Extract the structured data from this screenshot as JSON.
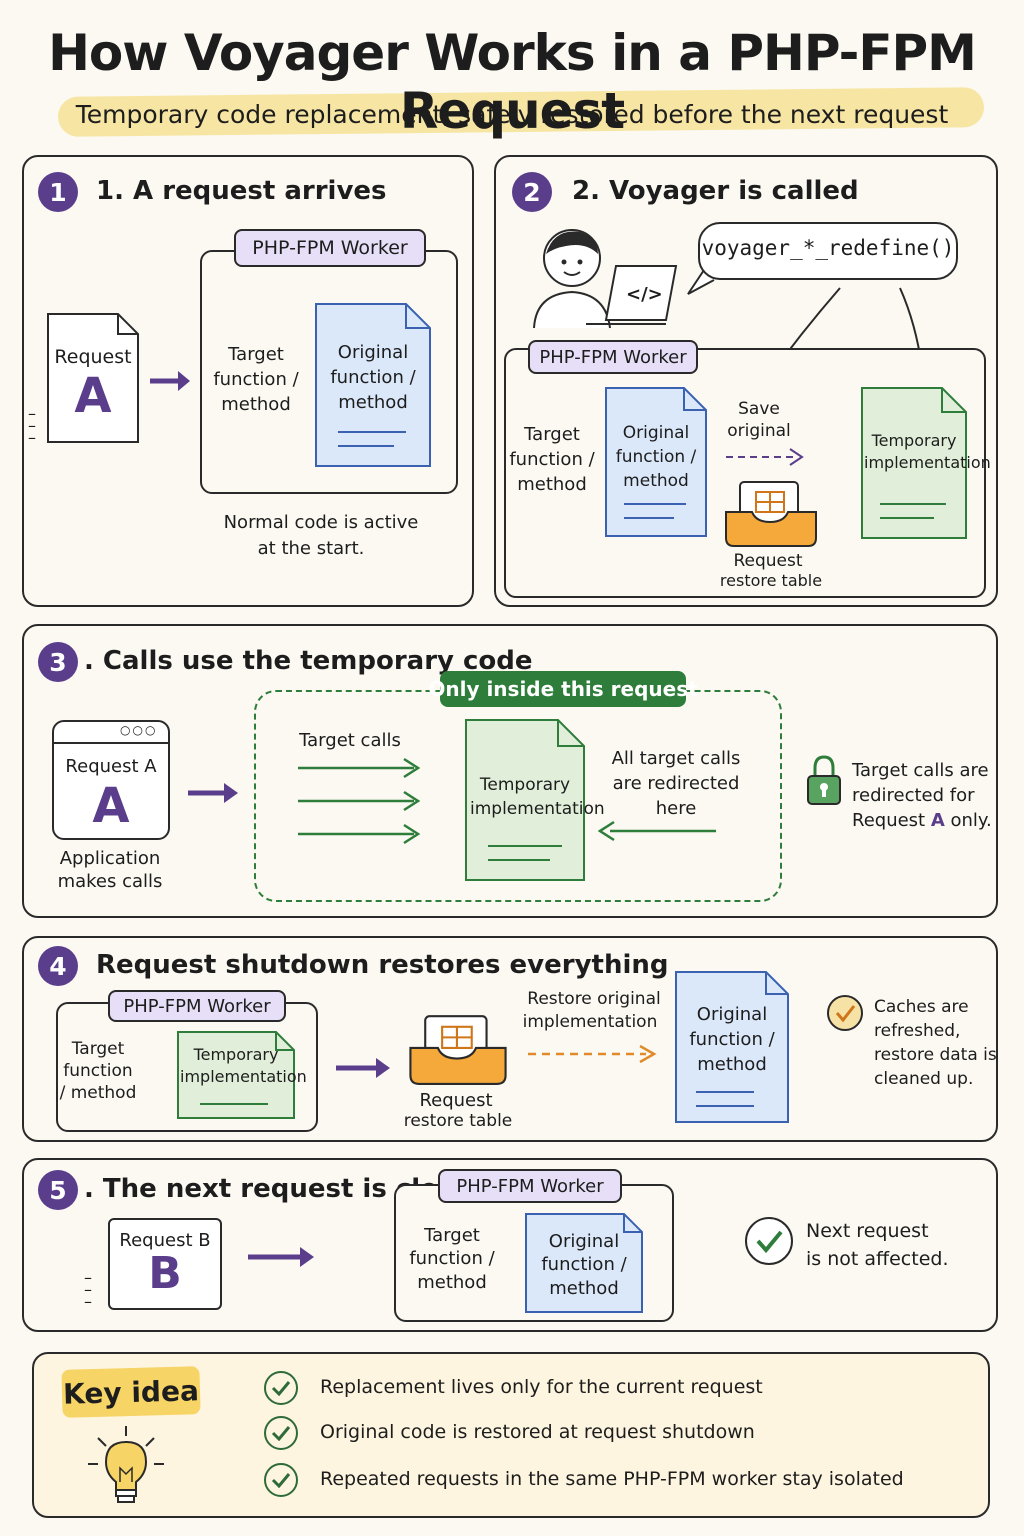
{
  "header": {
    "title": "How Voyager Works in a PHP-FPM Request",
    "subtitle": "Temporary code replacement, safely restored before the next request"
  },
  "colors": {
    "purple": "#5a3e8c",
    "green": "#2e7d3b",
    "orange": "#e08a2a",
    "blue_doc": "#dbe8fa",
    "green_doc": "#e1efda",
    "lavender": "#e6dff7",
    "yellow": "#f7d466"
  },
  "step1": {
    "num": "1",
    "heading": "1. A request arrives",
    "request_label": "Request",
    "request_letter": "A",
    "worker_label": "PHP-FPM Worker",
    "target_text": "Target function / method",
    "original_doc": "Original function / method",
    "caption_line1": "Normal code is active",
    "caption_line2": "at the start."
  },
  "step2": {
    "num": "2",
    "heading": "2. Voyager is called",
    "code_bubble": "voyager_*_redefine()",
    "laptop_icon": "</>",
    "worker_label": "PHP-FPM Worker",
    "target_text": "Target function / method",
    "original_doc": "Original function / method",
    "save_line1": "Save",
    "save_line2": "original",
    "restore_line1": "Request",
    "restore_line2": "restore table",
    "temp_doc": "Temporary implementation"
  },
  "step3": {
    "num": "3",
    "heading": ". Calls use the temporary code",
    "request_label": "Request A",
    "request_letter": "A",
    "app_line1": "Application",
    "app_line2": "makes calls",
    "scope_badge": "Only inside this request",
    "target_calls": "Target calls",
    "temp_doc": "Temporary implementation",
    "redirect_line1": "All target calls",
    "redirect_line2": "are redirected",
    "redirect_line3": "here",
    "note_line1": "Target calls are",
    "note_line2": "redirected for",
    "note_line3_pre": "Request ",
    "note_line3_letter": "A",
    "note_line3_post": " only."
  },
  "step4": {
    "num": "4",
    "heading": "Request shutdown restores everything",
    "worker_label": "PHP-FPM Worker",
    "target_text": "Target function / method",
    "temp_doc": "Temporary implementation",
    "restore_line1": "Request",
    "restore_line2": "restore table",
    "restore_orig_line1": "Restore original",
    "restore_orig_line2": "implementation",
    "original_doc": "Original function / method",
    "note_line1": "Caches are",
    "note_line2": "refreshed,",
    "note_line3": "restore data is",
    "note_line4": "cleaned up."
  },
  "step5": {
    "num": "5",
    "heading": ". The next request is clean",
    "request_label": "Request B",
    "request_letter": "B",
    "worker_label": "PHP-FPM Worker",
    "target_text": "Target function / method",
    "original_doc": "Original function / method",
    "note_line1": "Next request",
    "note_line2": "is not affected."
  },
  "key_idea": {
    "tag": "Key idea",
    "items": [
      "Replacement lives only for the current request",
      "Original code is restored at request shutdown",
      "Repeated requests in the same PHP-FPM worker stay isolated"
    ]
  }
}
